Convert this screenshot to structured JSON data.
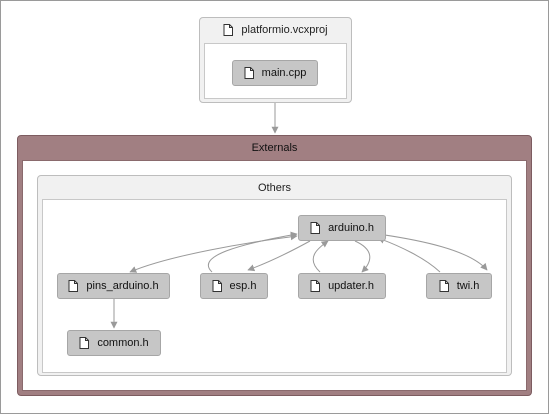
{
  "project": {
    "title": "platformio.vcxproj",
    "files": [
      "main.cpp"
    ]
  },
  "externals": {
    "title": "Externals"
  },
  "others": {
    "title": "Others"
  },
  "nodes": {
    "arduino": "arduino.h",
    "pins_arduino": "pins_arduino.h",
    "esp": "esp.h",
    "updater": "updater.h",
    "twi": "twi.h",
    "common": "common.h"
  },
  "icons": {
    "file": "file-icon"
  },
  "colors": {
    "externals_header": "#a17f82",
    "node_fill": "#c6c6c6",
    "edge": "#9a9a9a"
  }
}
